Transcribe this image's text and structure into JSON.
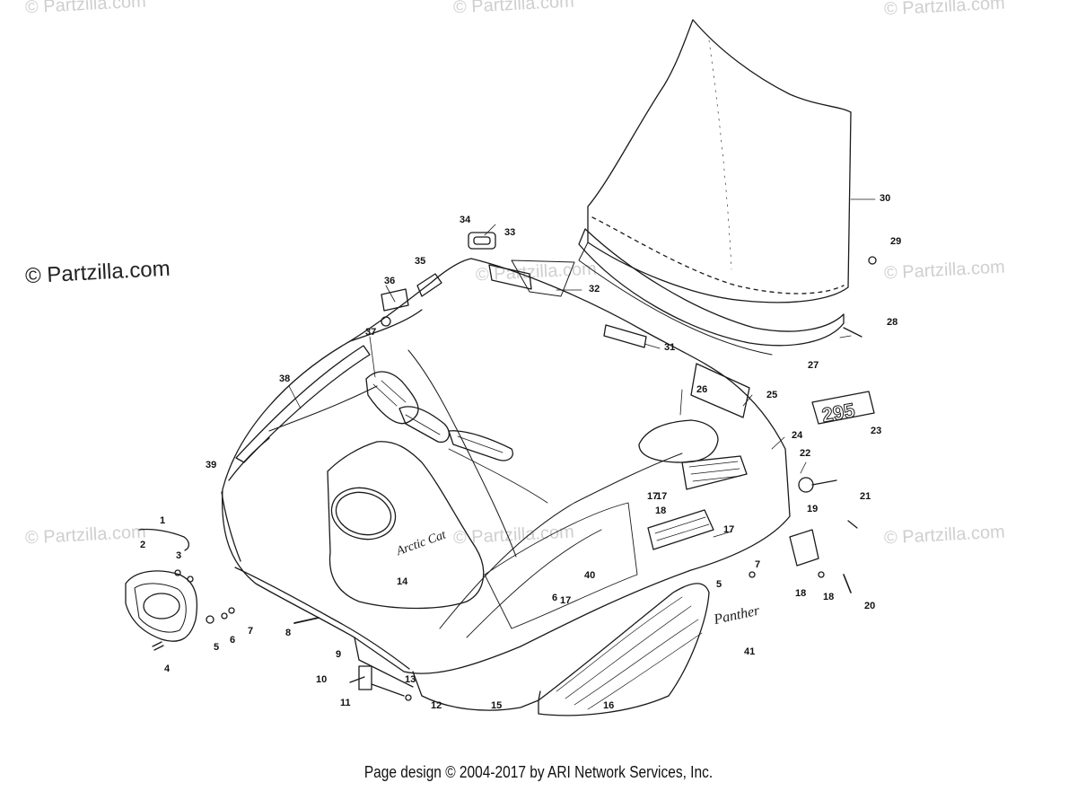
{
  "watermarks": {
    "top_left": "© Partzilla.com",
    "top_center": "© Partzilla.com",
    "top_right": "© Partzilla.com",
    "mid_left": "© Partzilla.com",
    "mid_right": "© Partzilla.com",
    "low_left": "© Partzilla.com",
    "low_center": "© Partzilla.com",
    "low_right": "© Partzilla.com",
    "hood_center": "© Partzilla.com"
  },
  "footer": "Page design © 2004-2017 by ARI Network Services, Inc.",
  "decals": {
    "model_number": "295",
    "hood_script": "Arctic Cat",
    "side_script": "Panther"
  },
  "callouts": [
    "1",
    "2",
    "3",
    "4",
    "5",
    "6",
    "7",
    "8",
    "9",
    "10",
    "11",
    "12",
    "13",
    "14",
    "15",
    "16",
    "17",
    "18",
    "17",
    "17",
    "18",
    "20",
    "21",
    "22",
    "23",
    "24",
    "25",
    "26",
    "27",
    "28",
    "29",
    "30",
    "31",
    "32",
    "33",
    "34",
    "35",
    "36",
    "37",
    "38",
    "39",
    "40",
    "41",
    "18",
    "19",
    "7",
    "6",
    "5",
    "17"
  ],
  "colors": {
    "line": "#1a1a1a",
    "watermark": "#cfcfcf"
  }
}
